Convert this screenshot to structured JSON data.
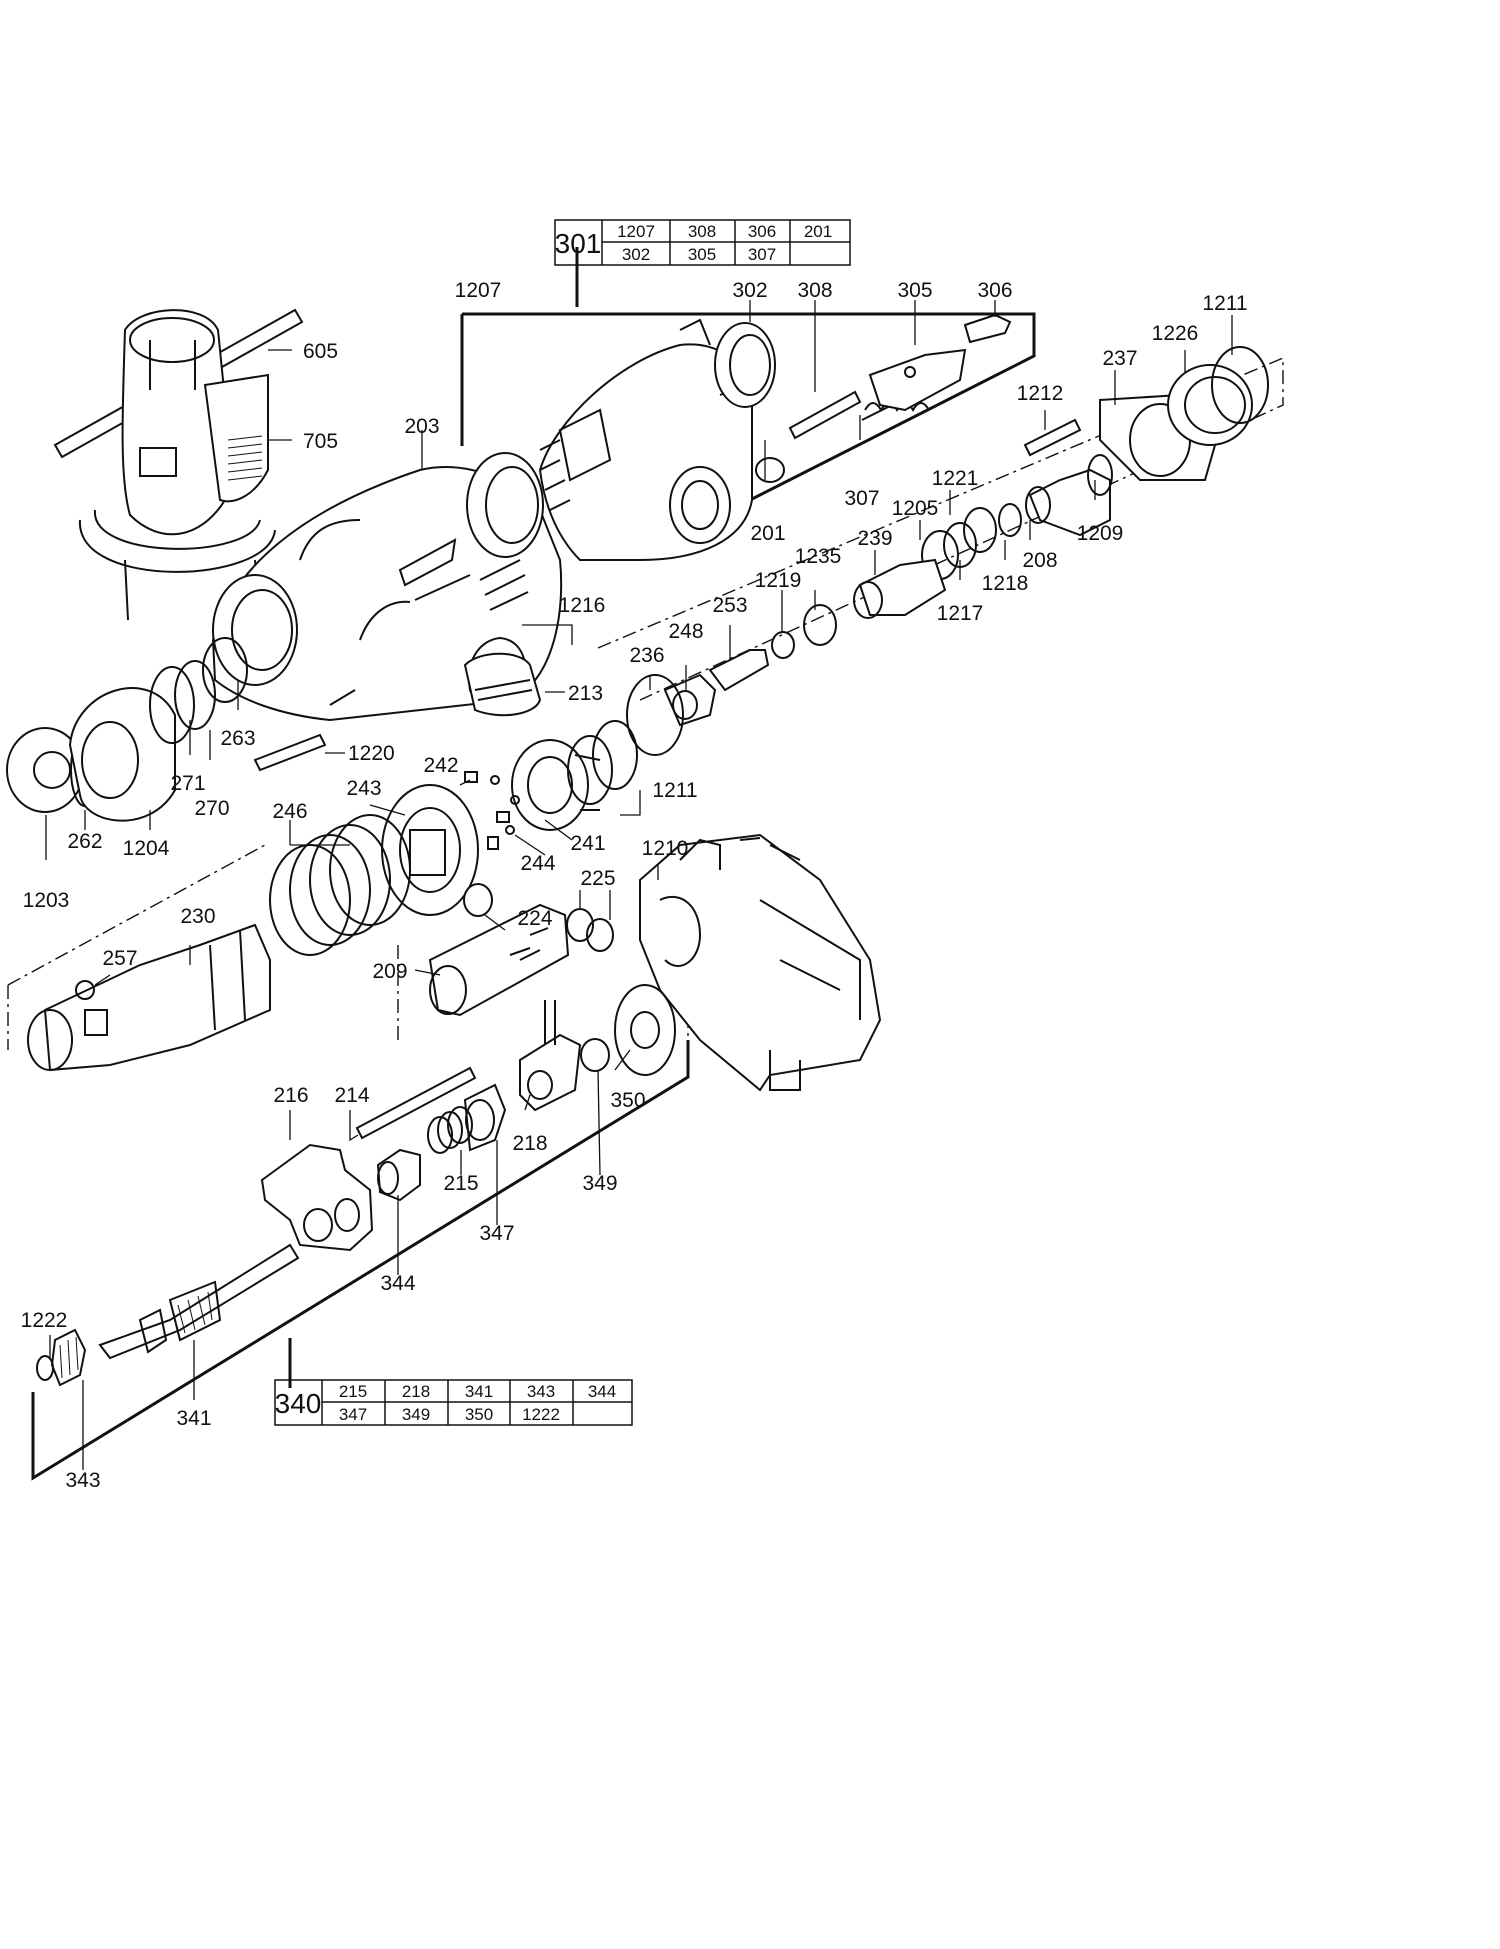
{
  "diagram": {
    "callouts": [
      "1207",
      "302",
      "308",
      "305",
      "306",
      "1211",
      "1226",
      "237",
      "1212",
      "605",
      "705",
      "203",
      "201",
      "307",
      "1221",
      "1205",
      "239",
      "1209",
      "1218",
      "208",
      "1217",
      "1235",
      "1219",
      "253",
      "1216",
      "248",
      "236",
      "213",
      "263",
      "1220",
      "271",
      "270",
      "262",
      "1204",
      "1203",
      "242",
      "243",
      "246",
      "244",
      "241",
      "1211",
      "1210",
      "225",
      "224",
      "230",
      "257",
      "209",
      "216",
      "214",
      "218",
      "350",
      "215",
      "349",
      "347",
      "344",
      "1222",
      "341",
      "343"
    ]
  },
  "kit_tables": [
    {
      "id": "301",
      "top_row": [
        "1207",
        "308",
        "306",
        "201"
      ],
      "bottom_row": [
        "302",
        "305",
        "307",
        ""
      ]
    },
    {
      "id": "340",
      "top_row": [
        "215",
        "218",
        "341",
        "343",
        "344"
      ],
      "bottom_row": [
        "347",
        "349",
        "350",
        "1222",
        ""
      ]
    }
  ]
}
